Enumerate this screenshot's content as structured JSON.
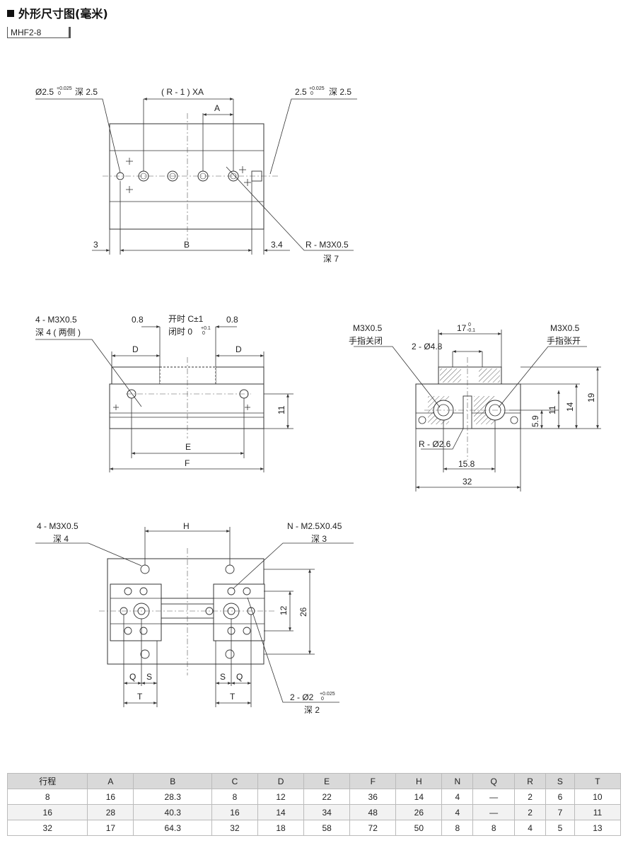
{
  "header": {
    "title": "外形尺寸图(毫米)",
    "model": "MHF2-8"
  },
  "top_view": {
    "hole_label": "Ø2.5",
    "hole_tol_upper": "+0.025",
    "hole_tol_lower": "0",
    "hole_depth": "深 2.5",
    "pitch_label": "( R - 1 ) XA",
    "a_label": "A",
    "slot_label": "2.5",
    "slot_tol_upper": "+0.025",
    "slot_tol_lower": "0",
    "slot_depth": "深 2.5",
    "dim_left": "3",
    "dim_b": "B",
    "dim_right": "3.4",
    "thread_label": "R - M3X0.5",
    "thread_depth": "深 7"
  },
  "front_view": {
    "thread_label": "4 - M3X0.5",
    "thread_depth": "深 4 ( 两侧 )",
    "gap_left": "0.8",
    "gap_right": "0.8",
    "open_label": "开时 C±1",
    "close_label": "闭时 0",
    "close_tol_upper": "+0.1",
    "close_tol_lower": "0",
    "dim_d_left": "D",
    "dim_d_right": "D",
    "dim_11": "11",
    "dim_e": "E",
    "dim_f": "F"
  },
  "side_view": {
    "left_thread": "M3X0.5",
    "left_note": "手指关闭",
    "right_thread": "M3X0.5",
    "right_note": "手指张开",
    "dim_17": "17",
    "dim_17_tol_upper": "0",
    "dim_17_tol_lower": "-0.1",
    "holes": "2 - Ø4.8",
    "dim_59": "5.9",
    "dim_11": "11",
    "dim_14": "14",
    "dim_19": "19",
    "pin_label": "R - Ø2.6",
    "dim_158": "15.8",
    "dim_32": "32"
  },
  "bottom_view": {
    "thread_label": "4 - M3X0.5",
    "thread_depth": "深 4",
    "dim_h": "H",
    "thread2_label": "N - M2.5X0.45",
    "thread2_depth": "深 3",
    "dim_12": "12",
    "dim_26": "26",
    "q_left": "Q",
    "s_left": "S",
    "t_left": "T",
    "s_right": "S",
    "q_right": "Q",
    "t_right": "T",
    "pin_label": "2 - Ø2",
    "pin_tol_upper": "+0.025",
    "pin_tol_lower": "0",
    "pin_depth": "深 2"
  },
  "spec_table": {
    "headers": [
      "行程",
      "A",
      "B",
      "C",
      "D",
      "E",
      "F",
      "H",
      "N",
      "Q",
      "R",
      "S",
      "T"
    ],
    "rows": [
      [
        "8",
        "16",
        "28.3",
        "8",
        "12",
        "22",
        "36",
        "14",
        "4",
        "—",
        "2",
        "6",
        "10"
      ],
      [
        "16",
        "28",
        "40.3",
        "16",
        "14",
        "34",
        "48",
        "26",
        "4",
        "—",
        "2",
        "7",
        "11"
      ],
      [
        "32",
        "17",
        "64.3",
        "32",
        "18",
        "58",
        "72",
        "50",
        "8",
        "8",
        "4",
        "5",
        "13"
      ]
    ]
  }
}
